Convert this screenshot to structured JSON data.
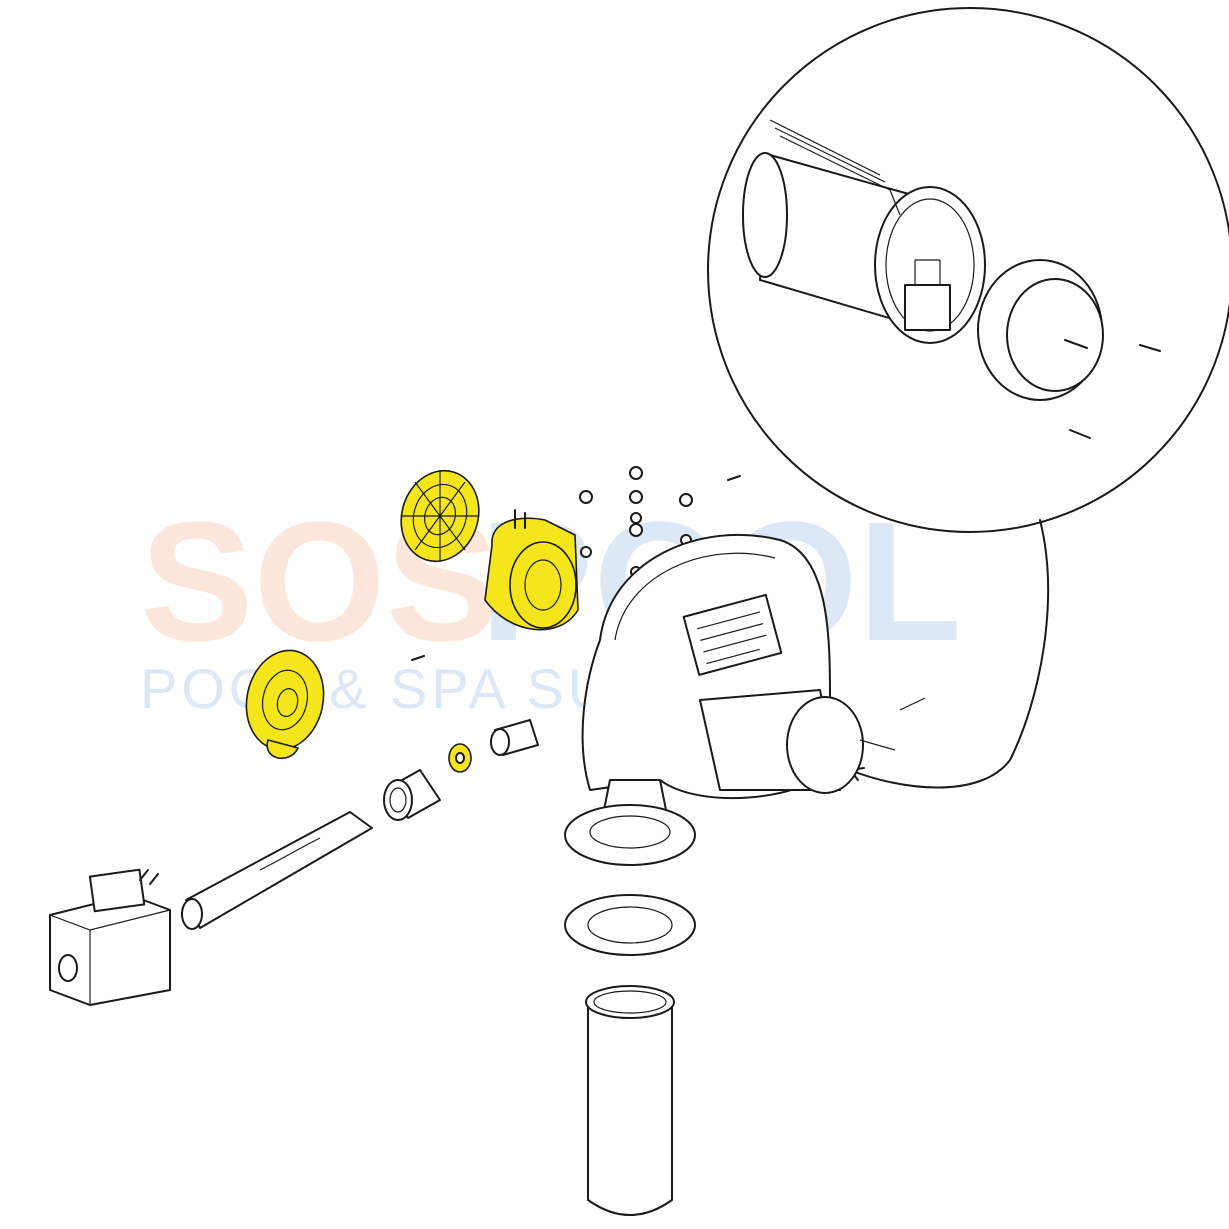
{
  "colors": {
    "background": "#ffffff",
    "line": "#1a1a1a",
    "highlight": "#f5e61c",
    "watermark_orange": "#fde7dc",
    "watermark_blue": "#dde8f7"
  },
  "watermark": {
    "brand_left": "SOS",
    "brand_right": "POOL",
    "tagline": "POOL & SPA SUPPLIES"
  },
  "parts": [
    {
      "id": "flame-screen",
      "icon": "grid-disc-icon",
      "highlighted": true
    },
    {
      "id": "blower-inlet-adapter",
      "icon": "inlet-adapter-icon",
      "highlighted": true
    },
    {
      "id": "orifice-plate",
      "icon": "orifice-plate-icon",
      "highlighted": true
    },
    {
      "id": "orifice-washer",
      "icon": "washer-icon",
      "highlighted": true
    },
    {
      "id": "blower-assembly",
      "icon": "blower-icon",
      "highlighted": false
    },
    {
      "id": "gas-valve",
      "icon": "gas-valve-icon",
      "highlighted": false
    },
    {
      "id": "gas-pipe",
      "icon": "pipe-icon",
      "highlighted": false
    },
    {
      "id": "union-fitting",
      "icon": "union-icon",
      "highlighted": false
    },
    {
      "id": "pipe-nipple",
      "icon": "nipple-icon",
      "highlighted": false
    },
    {
      "id": "mounting-gasket",
      "icon": "gasket-icon",
      "highlighted": false
    },
    {
      "id": "exhaust-sleeve",
      "icon": "sleeve-icon",
      "highlighted": false
    },
    {
      "id": "motor-detail",
      "icon": "magnifier-detail-icon",
      "highlighted": false
    }
  ]
}
